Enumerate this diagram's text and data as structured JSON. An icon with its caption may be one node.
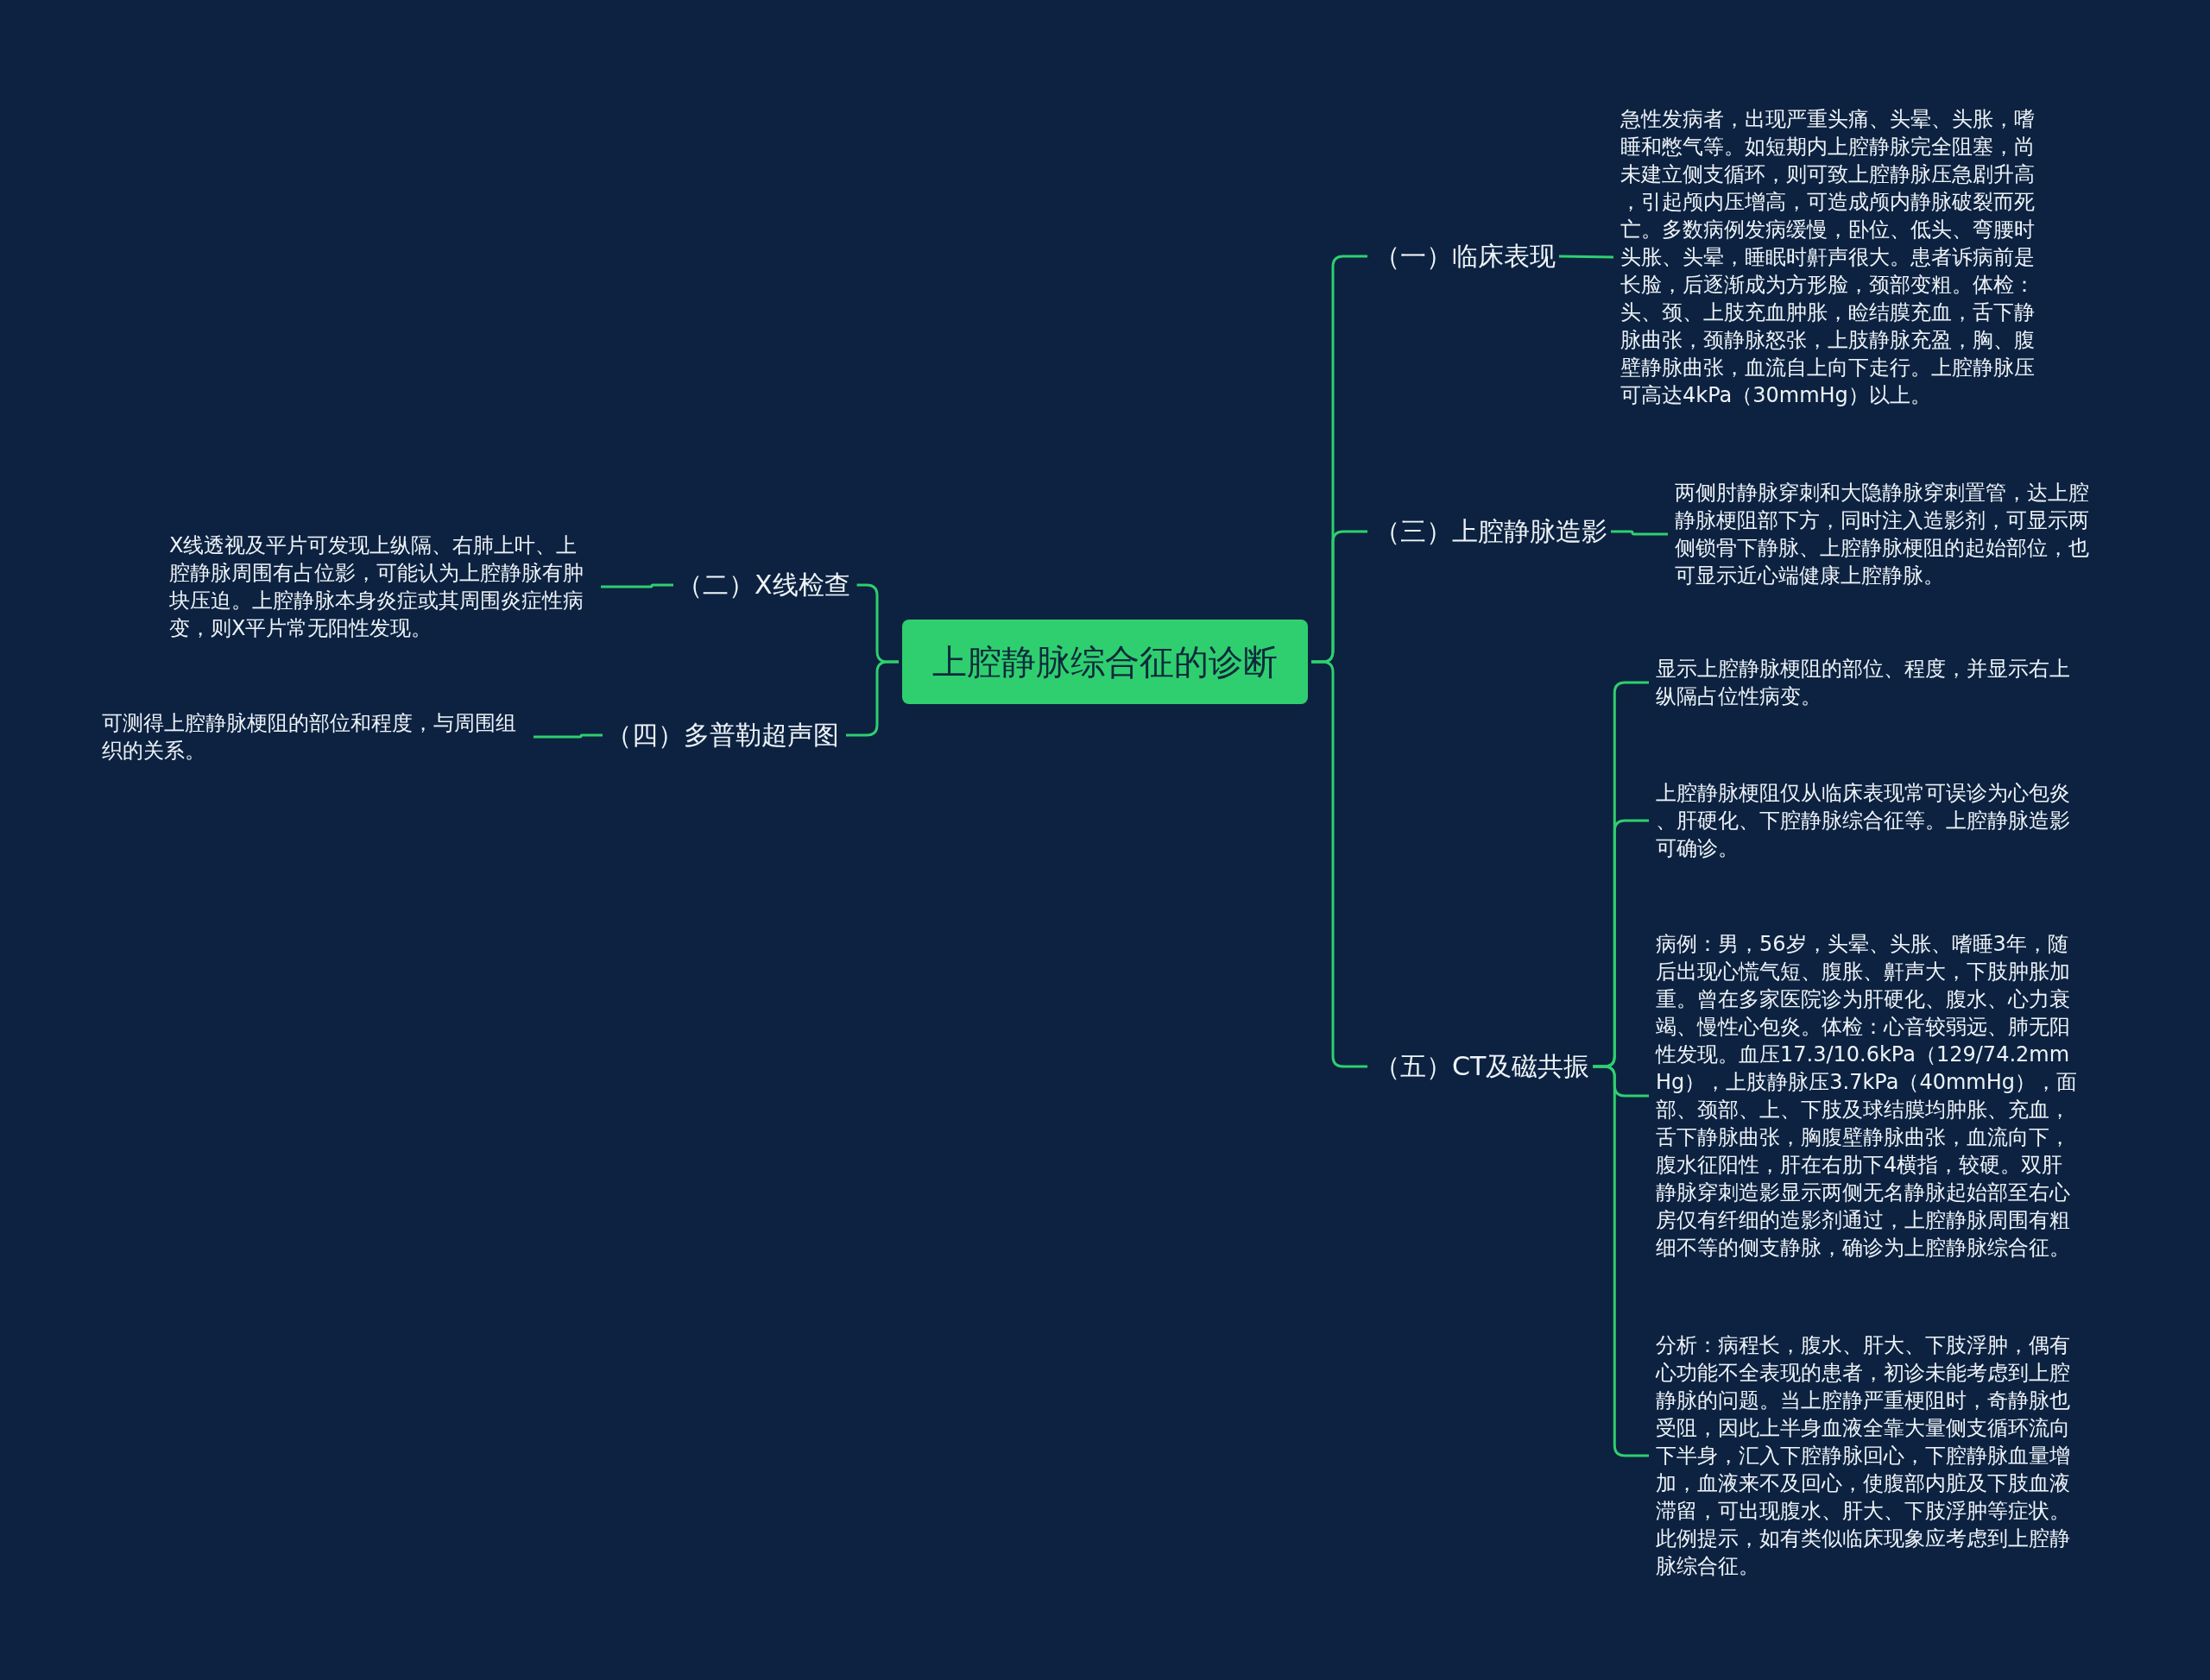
{
  "diagram": {
    "nodes": [
      {
        "text": [
          "上腔静脉综合征的诊断"
        ]
      },
      {
        "text": [
          "（一）临床表现"
        ]
      },
      {
        "text": [
          "急性发病者，出现严重头痛、头晕、头胀，嗜睡和憋气等。如短期内上腔静脉完全阻塞，尚未建立侧支循环，则可致上腔静脉压急剧升高，引起颅内压增高，可造成颅内静脉破裂而死亡。多数病例发病缓慢，卧位、低头、弯腰时头胀、头晕，睡眠时鼾声很大。患者诉病前是长脸，后逐渐成为方形脸，颈部变粗。体检：头、颈、上肢充血肿胀，睑结膜充血，舌下静脉曲张，颈静脉怒张，上肢静脉充盈，胸、腹壁静脉曲张，血流自上向下走行。上腔静脉压可高达4kPa（30mmHg）以上。"
        ]
      },
      {
        "text": [
          "（二）X线检查"
        ]
      },
      {
        "text": [
          "X线透视及平片可发现上纵隔、右肺上叶、上腔静脉周围有占位影，可能认为上腔静脉有肿块压迫。上腔静脉本身炎症或其周围炎症性病变，则X平片常无阳性发现。"
        ]
      },
      {
        "text": [
          "（三）上腔静脉造影"
        ]
      },
      {
        "text": [
          "两侧肘静脉穿刺和大隐静脉穿刺置管，达上腔静脉梗阻部下方，同时注入造影剂，可显示两侧锁骨下静脉、上腔静脉梗阻的起始部位，也可显示近心端健康上腔静脉。"
        ]
      },
      {
        "text": [
          "（四）多普勒超声图"
        ]
      },
      {
        "text": [
          "可测得上腔静脉梗阻的部位和程度，与周围组织的关系。"
        ]
      },
      {
        "text": [
          "（五）CT及磁共振"
        ]
      },
      {
        "text": [
          "显示上腔静脉梗阻的部位、程度，并显示右上纵隔占位性病变。"
        ]
      },
      {
        "text": [
          "上腔静脉梗阻仅从临床表现常可误诊为心包炎、肝硬化、下腔静脉综合征等。上腔静脉造影可确诊。"
        ]
      },
      {
        "text": [
          "病例：男，56岁，头晕、头胀、嗜睡3年，随后出现心慌气短、腹胀、鼾声大，下肢肿胀加重。曾在多家医院诊为肝硬化、腹水、心力衰竭、慢性心包炎。体检：心音较弱远、肺无阳性发现。血压17.3/10.6kPa（129/74.2mmHg），上肢静脉压3.7kPa（40mmHg），面部、颈部、上、下肢及球结膜均肿胀、充血，舌下静脉曲张，胸腹壁静脉曲张，血流向下，腹水征阳性，肝在右肋下4横指，较硬。双肝静脉穿刺造影显示两侧无名静脉起始部至右心房仅有纤细的造影剂通过，上腔静脉周围有粗细不等的侧支静脉，确诊为上腔静脉综合征。"
        ]
      },
      {
        "text": [
          "分析：病程长，腹水、肝大、下肢浮肿，偶有心功能不全表现的患者，初诊未能考虑到上腔静脉的问题。当上腔静严重梗阻时，奇静脉也受阻，因此上半身血液全靠大量侧支循环流向下半身，汇入下腔静脉回心，下腔静脉血量增加，血液来不及回心，使腹部内脏及下肢血液滞留，可出现腹水、肝大、下肢浮肿等症状。此例提示，如有类似临床现象应考虑到上腔静脉综合征。"
        ]
      }
    ],
    "edges": [
      {
        "from": 0,
        "to": 1,
        "arrow": "none"
      },
      {
        "from": 1,
        "to": 2,
        "arrow": "none"
      },
      {
        "from": 0,
        "to": 3,
        "arrow": "none"
      },
      {
        "from": 3,
        "to": 4,
        "arrow": "none"
      },
      {
        "from": 0,
        "to": 5,
        "arrow": "none"
      },
      {
        "from": 5,
        "to": 6,
        "arrow": "none"
      },
      {
        "from": 0,
        "to": 7,
        "arrow": "none"
      },
      {
        "from": 7,
        "to": 8,
        "arrow": "none"
      },
      {
        "from": 0,
        "to": 9,
        "arrow": "none"
      },
      {
        "from": 9,
        "to": 10,
        "arrow": "none"
      },
      {
        "from": 9,
        "to": 11,
        "arrow": "none"
      },
      {
        "from": 9,
        "to": 12,
        "arrow": "none"
      },
      {
        "from": 9,
        "to": 13,
        "arrow": "none"
      }
    ]
  }
}
